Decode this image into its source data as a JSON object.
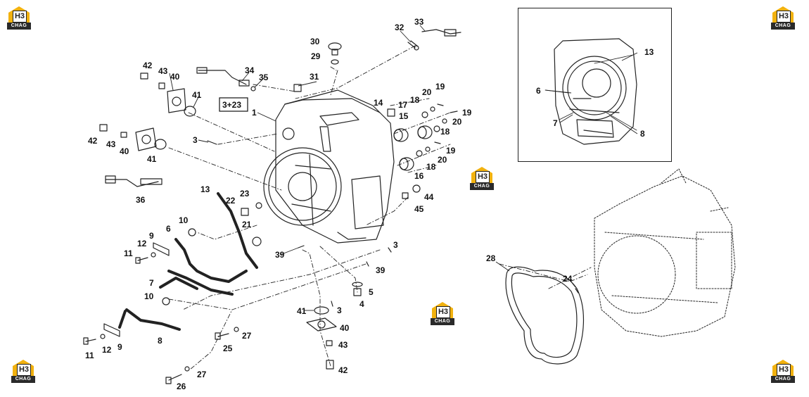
{
  "brand": {
    "logo_text": "H3",
    "logo_sub": "CHAG",
    "accent": "#f2b20f"
  },
  "callouts": {
    "c1": "1",
    "c3a": "3",
    "c3b": "3",
    "c3c": "3",
    "c3_23": "3+23",
    "c4": "4",
    "c5": "5",
    "c6a": "6",
    "c6b": "6",
    "c7a": "7",
    "c7b": "7",
    "c8a": "8",
    "c8b": "8",
    "c9a": "9",
    "c9b": "9",
    "c10a": "10",
    "c10b": "10",
    "c11a": "11",
    "c11b": "11",
    "c12a": "12",
    "c12b": "12",
    "c13a": "13",
    "c13b": "13",
    "c14": "14",
    "c15": "15",
    "c16": "16",
    "c17": "17",
    "c18a": "18",
    "c18b": "18",
    "c18c": "18",
    "c19a": "19",
    "c19b": "19",
    "c19c": "19",
    "c20a": "20",
    "c20b": "20",
    "c20c": "20",
    "c21": "21",
    "c22": "22",
    "c23": "23",
    "c24": "24",
    "c25": "25",
    "c26": "26",
    "c27a": "27",
    "c27b": "27",
    "c28": "28",
    "c29": "29",
    "c30": "30",
    "c31": "31",
    "c32": "32",
    "c33": "33",
    "c34": "34",
    "c35": "35",
    "c36": "36",
    "c39a": "39",
    "c39b": "39",
    "c40a": "40",
    "c40b": "40",
    "c40c": "40",
    "c41a": "41",
    "c41b": "41",
    "c41c": "41",
    "c42a": "42",
    "c42b": "42",
    "c42c": "42",
    "c43a": "43",
    "c43b": "43",
    "c43c": "43",
    "c44": "44",
    "c45": "45"
  }
}
